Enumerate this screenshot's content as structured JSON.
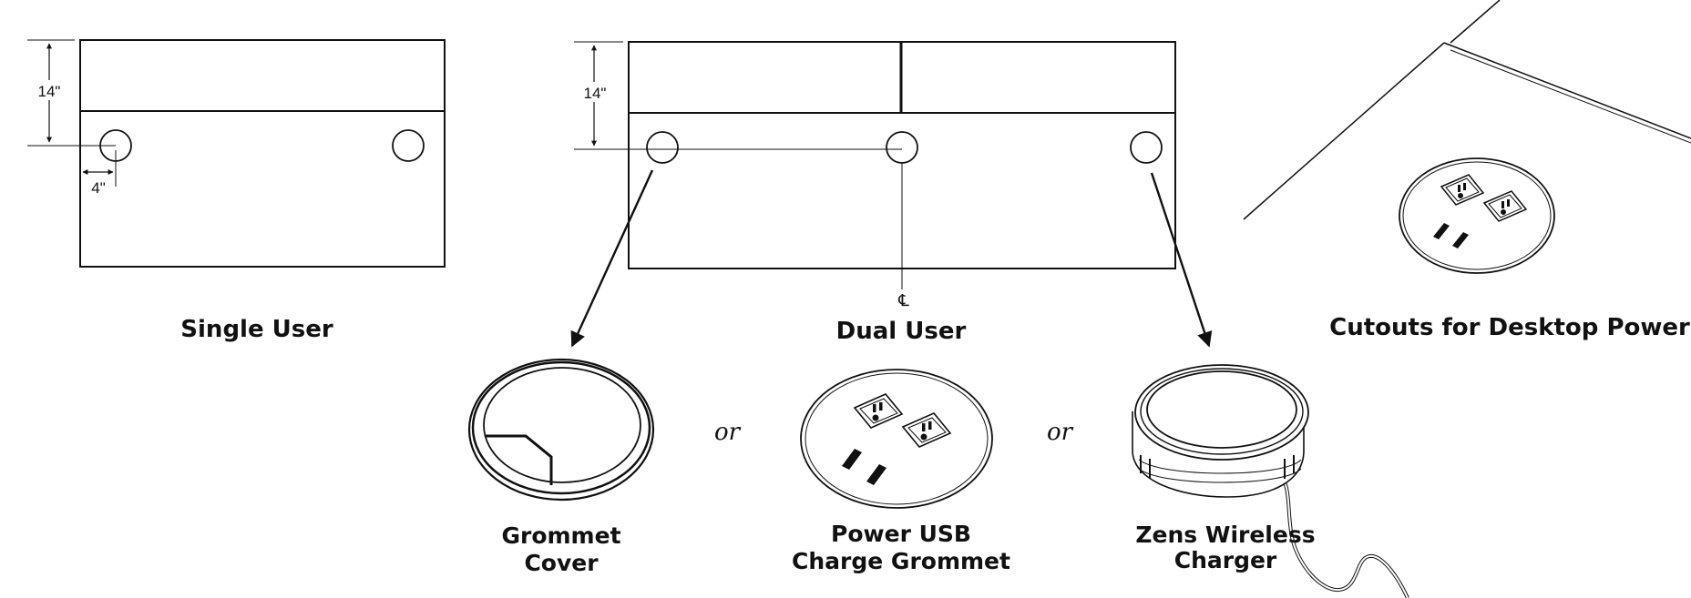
{
  "single_user": {
    "title": "Single User",
    "dim_height": "14\"",
    "dim_offset": "4\""
  },
  "dual_user": {
    "title": "Dual User",
    "dim_height": "14\"",
    "centerline_mark": "℄"
  },
  "desktop_power": {
    "title": "Cutouts for Desktop Power"
  },
  "options": {
    "grommet_cover": [
      "Grommet",
      "Cover"
    ],
    "power_usb": [
      "Power USB",
      "Charge Grommet"
    ],
    "zens_wireless": [
      "Zens Wireless",
      "Charger"
    ],
    "or_label": "or"
  }
}
